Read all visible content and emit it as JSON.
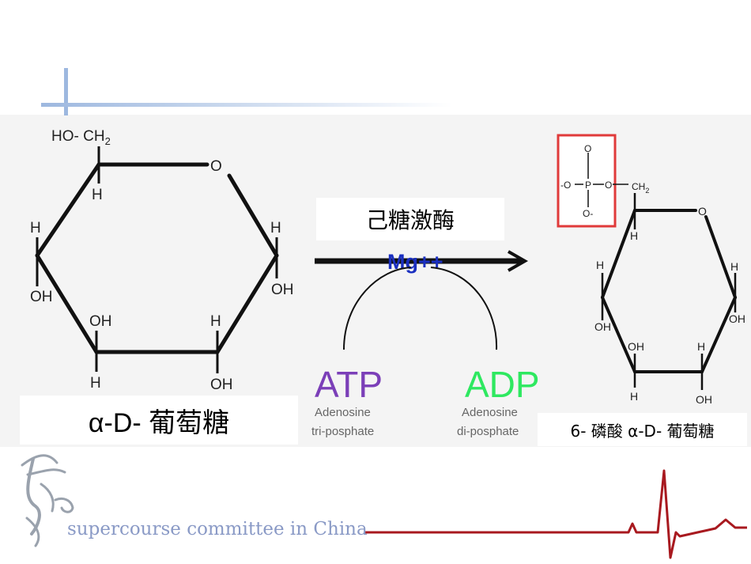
{
  "left_molecule": {
    "label": "α-D- 葡萄糖",
    "atoms": {
      "c6": "HO- CH",
      "c6_sub": "2",
      "ring_o": "O",
      "h_c5": "H",
      "h_c4": "H",
      "oh_c4": "OH",
      "h_c1": "H",
      "oh_c1": "OH",
      "oh_c3": "OH",
      "h_c3": "H",
      "h_c2": "H",
      "oh_c2": "OH"
    }
  },
  "reaction": {
    "enzyme": "己糖激酶",
    "cofactor": "Mg++",
    "atp": "ATP",
    "atp_desc_1": "Adenosine",
    "atp_desc_2": "tri-posphate",
    "adp": "ADP",
    "adp_desc_1": "Adenosine",
    "adp_desc_2": "di-posphate"
  },
  "right_molecule": {
    "label": "6- 磷酸 α-D- 葡萄糖",
    "phosphate": {
      "top_o": "O",
      "left_o": "-O",
      "p": "P",
      "bridge_o": "O",
      "ch2": "CH",
      "ch2_sub": "2",
      "bottom_o": "O-"
    },
    "atoms": {
      "ring_o": "O",
      "h_c5": "H",
      "h_c4": "H",
      "oh_c4": "OH",
      "h_c1": "H",
      "oh_c1": "OH",
      "oh_c3": "OH",
      "h_c3": "H",
      "h_c2": "H",
      "oh_c2": "OH"
    }
  },
  "footer": {
    "text": "supercourse committee in China"
  },
  "colors": {
    "atp": "#7b3fb8",
    "adp": "#2ee860",
    "mg": "#1a2fc0",
    "highlight_box": "#e03a3a",
    "ekg": "#a8191f",
    "footer_text": "#8a9ac6",
    "deco": "#9db8df"
  }
}
